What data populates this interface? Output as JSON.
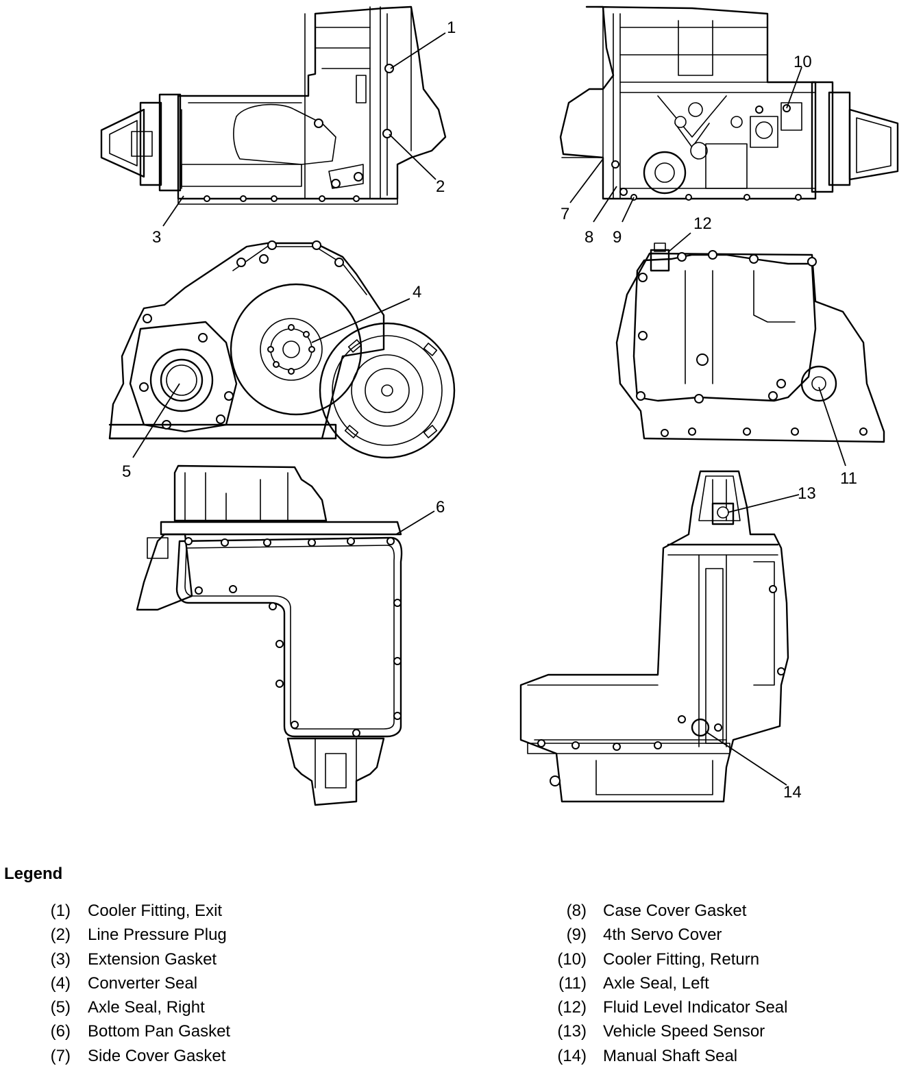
{
  "callouts": [
    "1",
    "2",
    "3",
    "4",
    "5",
    "6",
    "7",
    "8",
    "9",
    "10",
    "11",
    "12",
    "13",
    "14"
  ],
  "legend": {
    "title": "Legend",
    "left": [
      {
        "num": "(1)",
        "label": "Cooler Fitting, Exit"
      },
      {
        "num": "(2)",
        "label": "Line Pressure Plug"
      },
      {
        "num": "(3)",
        "label": "Extension Gasket"
      },
      {
        "num": "(4)",
        "label": "Converter Seal"
      },
      {
        "num": "(5)",
        "label": "Axle Seal, Right"
      },
      {
        "num": "(6)",
        "label": "Bottom Pan Gasket"
      },
      {
        "num": "(7)",
        "label": "Side Cover Gasket"
      }
    ],
    "right": [
      {
        "num": "(8)",
        "label": "Case Cover Gasket"
      },
      {
        "num": "(9)",
        "label": "4th Servo Cover"
      },
      {
        "num": "(10)",
        "label": "Cooler Fitting, Return"
      },
      {
        "num": "(11)",
        "label": "Axle Seal, Left"
      },
      {
        "num": "(12)",
        "label": "Fluid Level Indicator Seal"
      },
      {
        "num": "(13)",
        "label": "Vehicle Speed Sensor"
      },
      {
        "num": "(14)",
        "label": "Manual Shaft Seal"
      }
    ]
  }
}
